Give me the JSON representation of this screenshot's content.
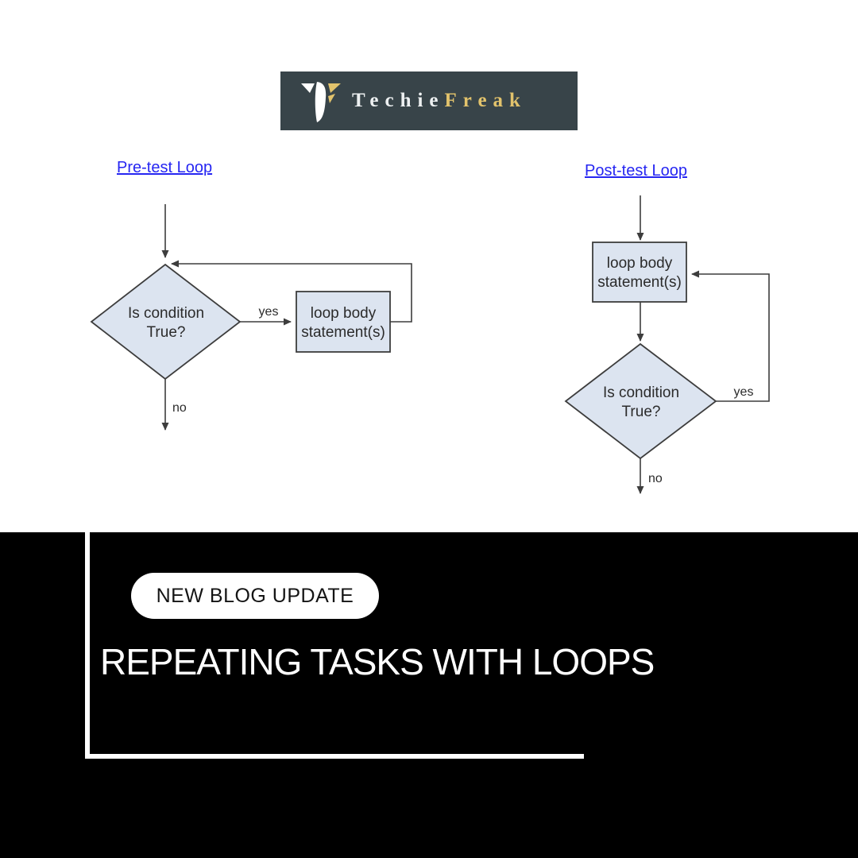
{
  "logo": {
    "brand_first": "Techie",
    "brand_second": "Freak",
    "banner_bg": "#384449",
    "first_color": "#edf0f1",
    "second_color": "#e2c36c"
  },
  "flowcharts": {
    "pretest": {
      "title": "Pre-test Loop",
      "condition_line1": "Is condition",
      "condition_line2": "True?",
      "body_line1": "loop body",
      "body_line2": "statement(s)",
      "yes_label": "yes",
      "no_label": "no"
    },
    "posttest": {
      "title": "Post-test Loop",
      "condition_line1": "Is condition",
      "condition_line2": "True?",
      "body_line1": "loop body",
      "body_line2": "statement(s)",
      "yes_label": "yes",
      "no_label": "no"
    }
  },
  "banner": {
    "badge_label": "NEW BLOG UPDATE",
    "title": "REPEATING TASKS WITH LOOPS"
  },
  "colors": {
    "link_blue": "#2626f2",
    "node_fill": "#dce4f0",
    "node_stroke": "#3d3d3d",
    "section_bg": "#000000",
    "badge_bg": "#ffffff",
    "badge_text": "#141414",
    "title_text": "#ffffff"
  }
}
